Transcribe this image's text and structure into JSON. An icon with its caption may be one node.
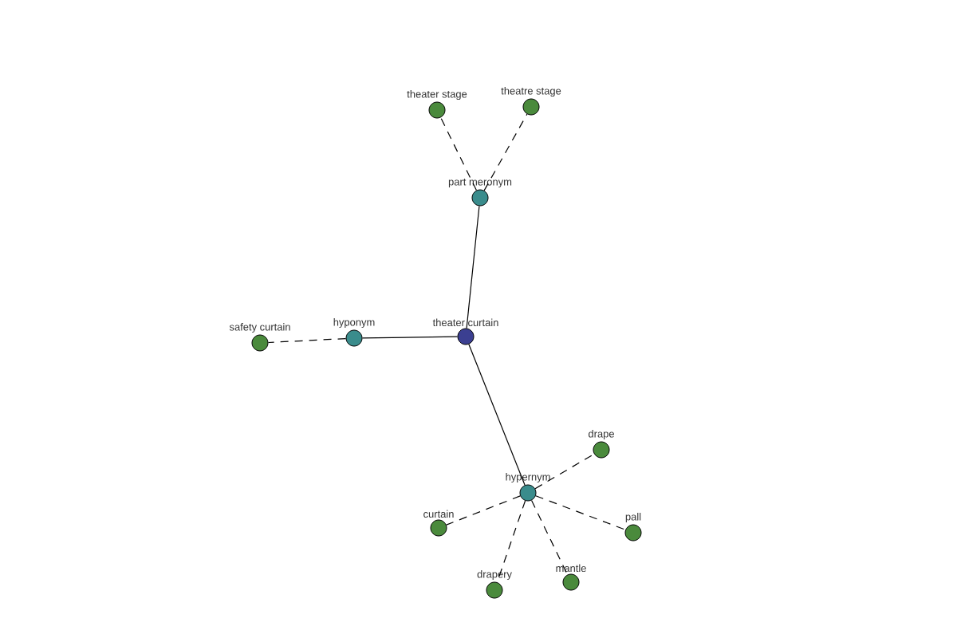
{
  "diagram": {
    "nodes": [
      {
        "text": [
          "theater curtain"
        ]
      },
      {
        "text": [
          "part meronym"
        ]
      },
      {
        "text": [
          "theater stage"
        ]
      },
      {
        "text": [
          "theatre stage"
        ]
      },
      {
        "text": [
          "hyponym"
        ]
      },
      {
        "text": [
          "safety curtain"
        ]
      },
      {
        "text": [
          "hypernym"
        ]
      },
      {
        "text": [
          "drape"
        ]
      },
      {
        "text": [
          "curtain"
        ]
      },
      {
        "text": [
          "pall"
        ]
      },
      {
        "text": [
          "drapery"
        ]
      },
      {
        "text": [
          "mantle"
        ]
      }
    ],
    "edges": [
      {
        "from": 0,
        "to": 1,
        "arrow": "none"
      },
      {
        "from": 1,
        "to": 2,
        "arrow": "none",
        "style": "dashed"
      },
      {
        "from": 1,
        "to": 3,
        "arrow": "none",
        "style": "dashed"
      },
      {
        "from": 0,
        "to": 4,
        "arrow": "none"
      },
      {
        "from": 4,
        "to": 5,
        "arrow": "none",
        "style": "dashed"
      },
      {
        "from": 0,
        "to": 6,
        "arrow": "none"
      },
      {
        "from": 6,
        "to": 7,
        "arrow": "none",
        "style": "dashed"
      },
      {
        "from": 6,
        "to": 8,
        "arrow": "none",
        "style": "dashed"
      },
      {
        "from": 6,
        "to": 9,
        "arrow": "none",
        "style": "dashed"
      },
      {
        "from": 6,
        "to": 10,
        "arrow": "none",
        "style": "dashed"
      },
      {
        "from": 6,
        "to": 11,
        "arrow": "none",
        "style": "dashed"
      }
    ]
  }
}
